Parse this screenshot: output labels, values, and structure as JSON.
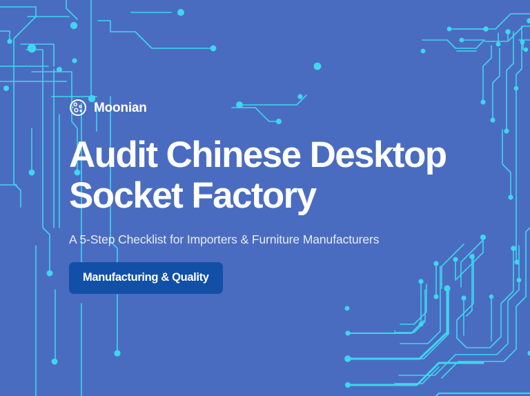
{
  "theme": {
    "background_color": "#4a6cc0",
    "circuit_color": "#3fd6ee",
    "badge_color": "#1250a8",
    "text_color": "#ffffff",
    "subtitle_color": "#e7ecf8"
  },
  "brand": {
    "name": "Moonian",
    "logo_icon": "moon-crater-icon"
  },
  "hero": {
    "title_line_1": "Audit Chinese Desktop",
    "title_line_2": "Socket Factory",
    "subtitle": "A 5-Step Checklist for Importers & Furniture Manufacturers"
  },
  "badge": {
    "label": "Manufacturing & Quality"
  },
  "decoration": {
    "top_left_circuit": "circuit-trace-pattern",
    "top_right_circuit": "circuit-trace-pattern",
    "bottom_right_circuit": "circuit-trace-pattern"
  }
}
